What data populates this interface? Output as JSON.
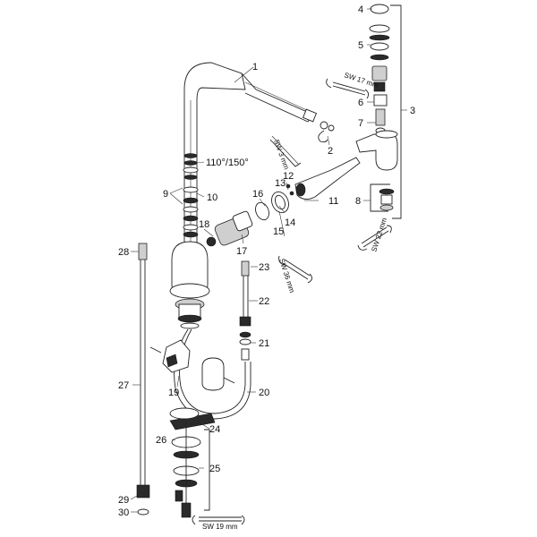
{
  "callouts": {
    "c1": "1",
    "c2": "2",
    "c3": "3",
    "c4": "4",
    "c5": "5",
    "c6": "6",
    "c7": "7",
    "c8": "8",
    "c9": "9",
    "c10": "10",
    "c11": "11",
    "c12": "12",
    "c13": "13",
    "c14": "14",
    "c15": "15",
    "c16": "16",
    "c17": "17",
    "c18": "18",
    "c19": "19",
    "c20": "20",
    "c21": "21",
    "c22": "22",
    "c23": "23",
    "c24": "24",
    "c25": "25",
    "c26": "26",
    "c27": "27",
    "c28": "28",
    "c29": "29",
    "c30": "30"
  },
  "angle_label": "110°/150°",
  "tools": {
    "sw3": "SW 3 mm",
    "sw17": "SW 17 mm",
    "sw22": "SW 22 mm",
    "sw36": "SW 36 mm",
    "sw19": "SW 19 mm"
  }
}
